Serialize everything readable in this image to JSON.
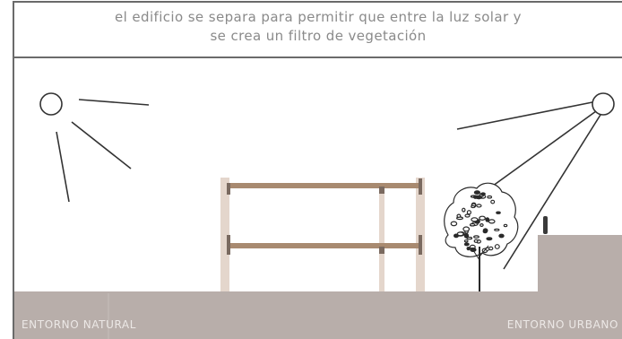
{
  "caption": {
    "line1": "el edificio se separa para permitir que entre la luz solar y",
    "line2": "se  crea un filtro de vegetación"
  },
  "labels": {
    "left": "ENTORNO NATURAL",
    "right": "ENTORNO URBANO"
  },
  "colors": {
    "ground": "#b8aeaa",
    "frame": "#6a6a6a",
    "building_column": "#e4d6cc",
    "building_slab": "#a88a70",
    "sun_stroke": "#333333",
    "label_text": "#ece8e6"
  }
}
